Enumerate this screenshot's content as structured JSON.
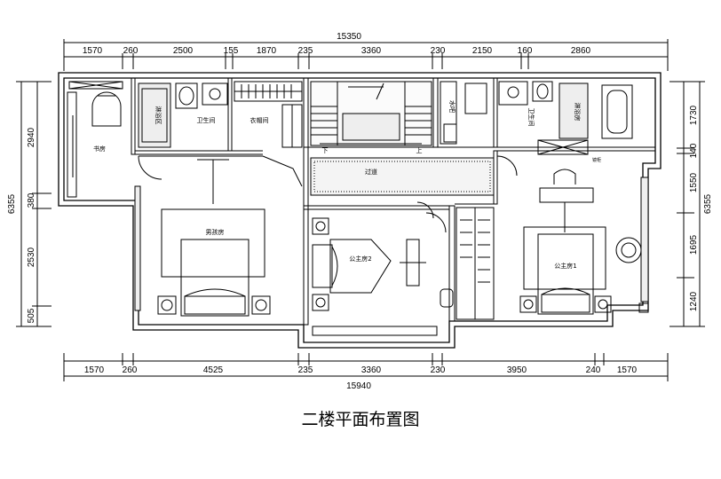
{
  "title": "二楼平面布置图",
  "dimensions": {
    "top_total": "15350",
    "top_segments": [
      "1570",
      "260",
      "2500",
      "155",
      "1870",
      "235",
      "3360",
      "230",
      "2150",
      "160",
      "2860"
    ],
    "bottom_total": "15940",
    "bottom_segments": [
      "1570",
      "260",
      "4525",
      "235",
      "3360",
      "230",
      "3950",
      "240",
      "1570"
    ],
    "left_total": "6355",
    "left_segments": [
      "2940",
      "380",
      "2530",
      "505"
    ],
    "right_total": "6355",
    "right_segments": [
      "1730",
      "140",
      "1550",
      "1695",
      "1240"
    ]
  },
  "rooms": {
    "study": "书房",
    "bathroom_left": "卫生间",
    "shower_left": "淋浴区",
    "closet": "衣帽间",
    "corridor": "过道",
    "water_bar": "水吧",
    "bathroom_right": "卫生间",
    "shower_right": "淋浴房",
    "boy_room": "男孩房",
    "princess_room_2": "公主房2",
    "princess_room_1": "公主房1",
    "stair_down": "下",
    "stair_up": "上",
    "mirror_cabinet": "镜柜"
  }
}
